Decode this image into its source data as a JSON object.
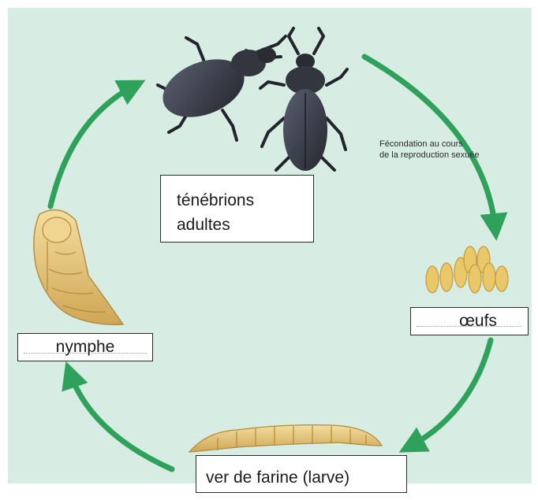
{
  "stages": {
    "adultes": {
      "line1": "ténébrions",
      "line2": "adultes"
    },
    "oeufs": "œufs",
    "larve": "ver de farine (larve)",
    "nymphe": "nymphe"
  },
  "annotation": {
    "line1": "Fécondation au cours",
    "line2": "de la reproduction sexuée"
  },
  "colors": {
    "background": "#d7ece3",
    "arrow": "#2ea15a",
    "beetle": "#3a3d4a",
    "larva": "#e6c77a"
  }
}
